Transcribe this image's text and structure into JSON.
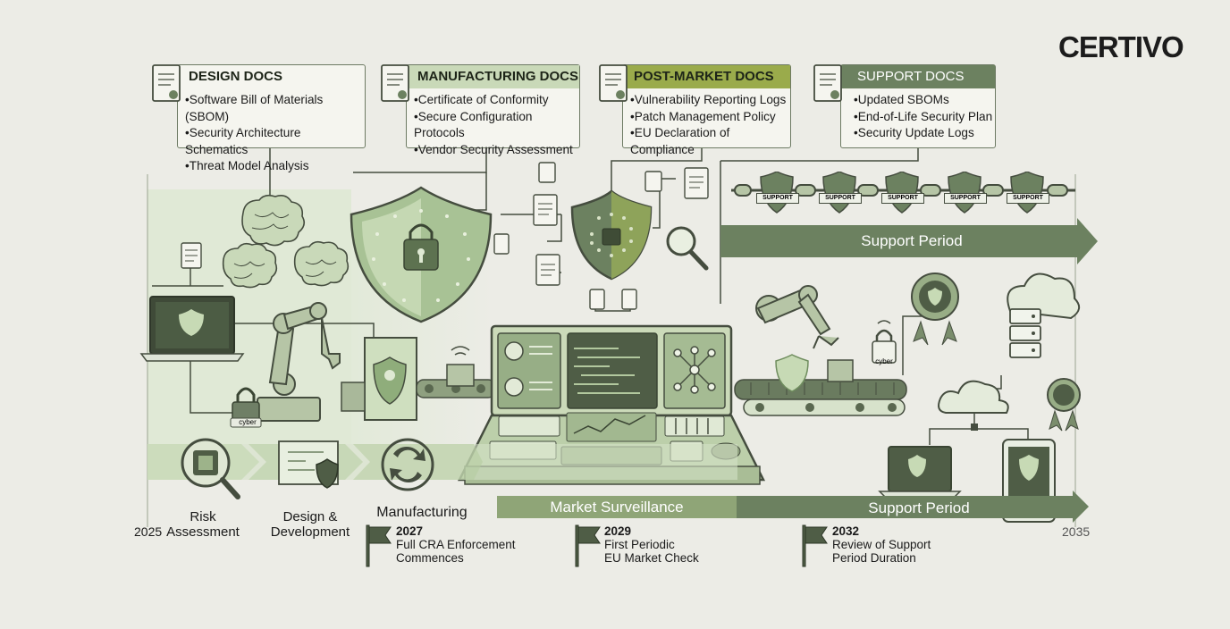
{
  "brand": "CERTIVO",
  "docs": [
    {
      "title": "DESIGN DOCS",
      "items": [
        "Software Bill of Materials (SBOM)",
        "Security Architecture Schematics",
        "Threat Model Analysis"
      ]
    },
    {
      "title": "MANUFACTURING DOCS",
      "items": [
        "Certificate of Conformity",
        "Secure Configuration Protocols",
        "Vendor Security Assessment"
      ]
    },
    {
      "title": "POST-MARKET DOCS",
      "items": [
        "Vulnerability Reporting Logs",
        "Patch Management Policy",
        "EU Declaration of Compliance"
      ]
    },
    {
      "title": "SUPPORT DOCS",
      "items": [
        "Updated SBOMs",
        "End-of-Life Security Plan",
        "Security Update Logs"
      ]
    }
  ],
  "support_badge": "SUPPORT",
  "support_period_top": "Support Period",
  "support_period_bottom": "Support Period",
  "market_surveillance": "Market Surveillance",
  "cyber_tag": "cyber",
  "phases": {
    "risk": "Risk\nAssessment",
    "design": "Design &\nDevelopment",
    "manufacturing": "Manufacturing"
  },
  "years": {
    "start": "2025",
    "end": "2035"
  },
  "milestones": [
    {
      "year": "2027",
      "line1": "Full CRA Enforcement",
      "line2": "Commences"
    },
    {
      "year": "2029",
      "line1": "First Periodic",
      "line2": "EU Market Check"
    },
    {
      "year": "2032",
      "line1": "Review of Support",
      "line2": "Period Duration"
    }
  ],
  "colors": {
    "dark_green": "#5d7250",
    "mid_green": "#8faa7e",
    "light_green": "#dfe9d3",
    "accent_olive": "#8a9a3c",
    "line": "#454d3f"
  }
}
